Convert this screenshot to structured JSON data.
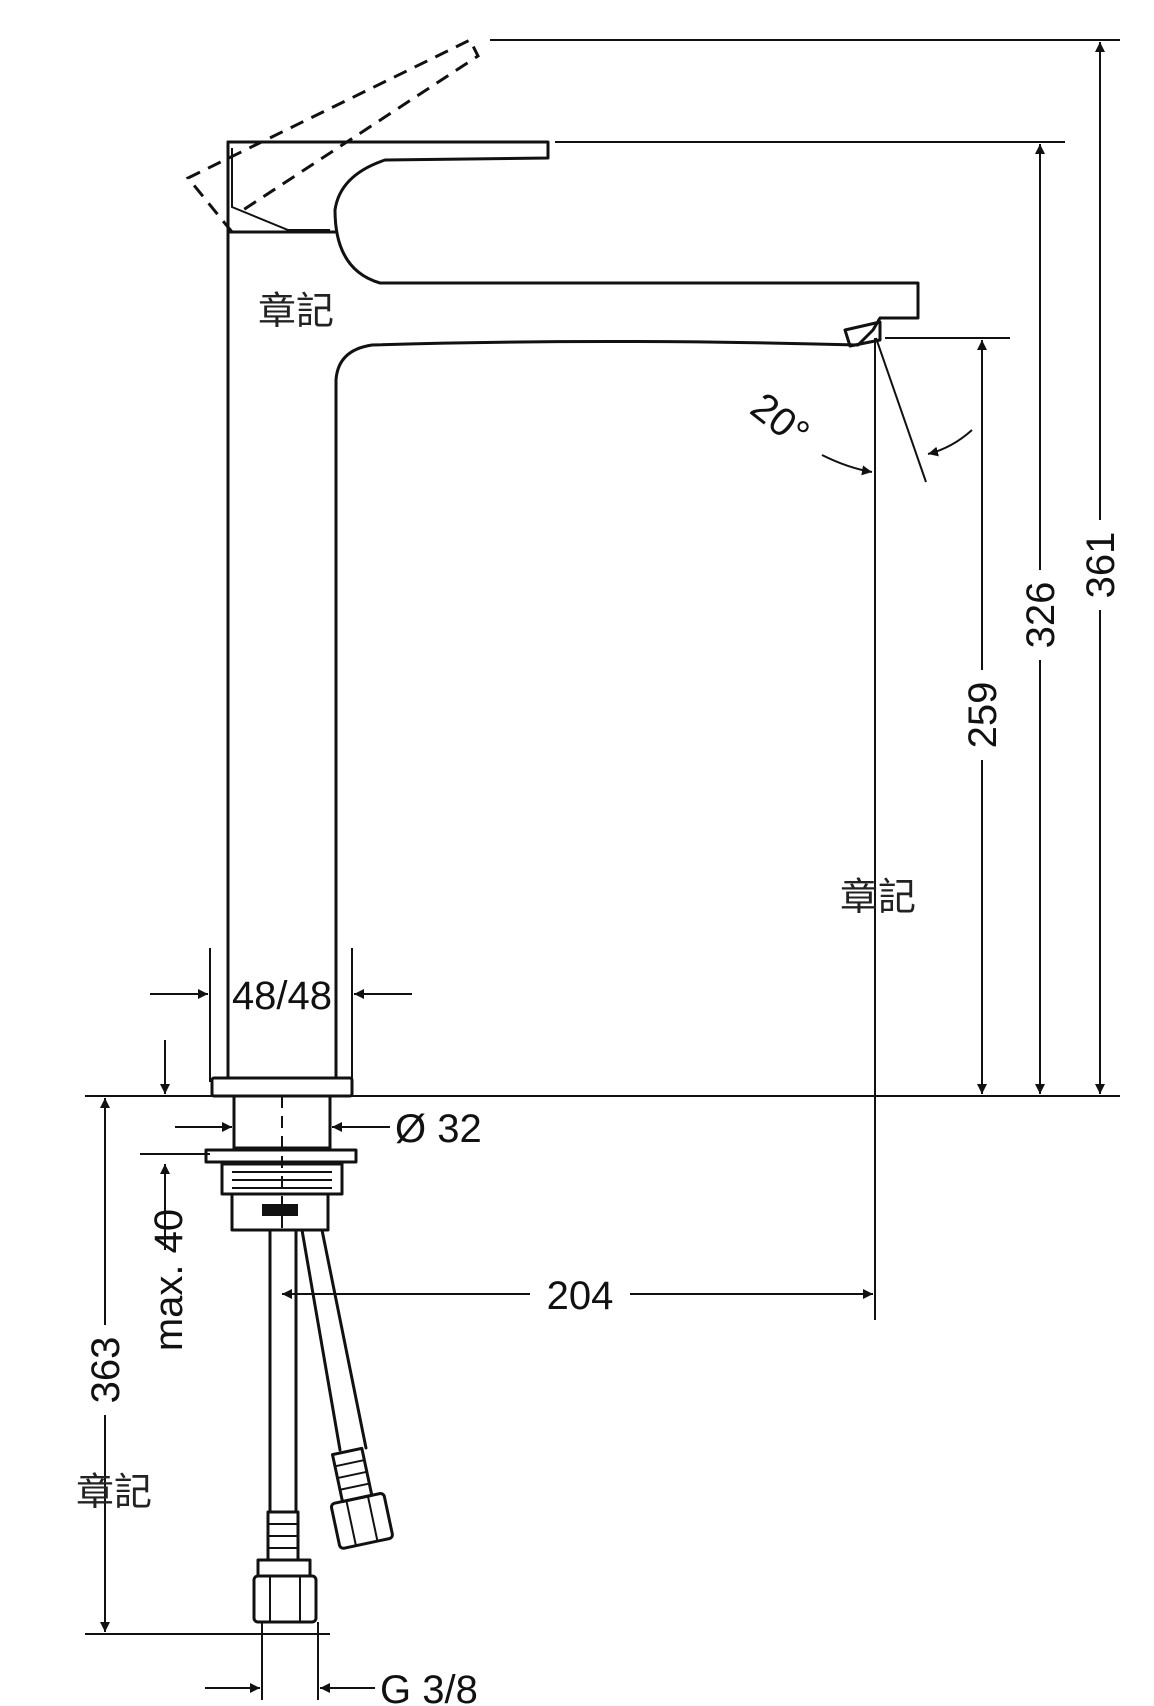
{
  "dimensions": {
    "total_height": "361",
    "lever_height": "326",
    "spout_height": "259",
    "reach": "204",
    "base_width": "48/48",
    "shank_diameter": "Ø 32",
    "max_deck_thickness": "max. 40",
    "hose_length": "363",
    "connection_thread": "G 3/8",
    "spray_angle": "20°"
  },
  "marks": {
    "top": "章記",
    "middle": "章記",
    "bottom": "章記"
  }
}
